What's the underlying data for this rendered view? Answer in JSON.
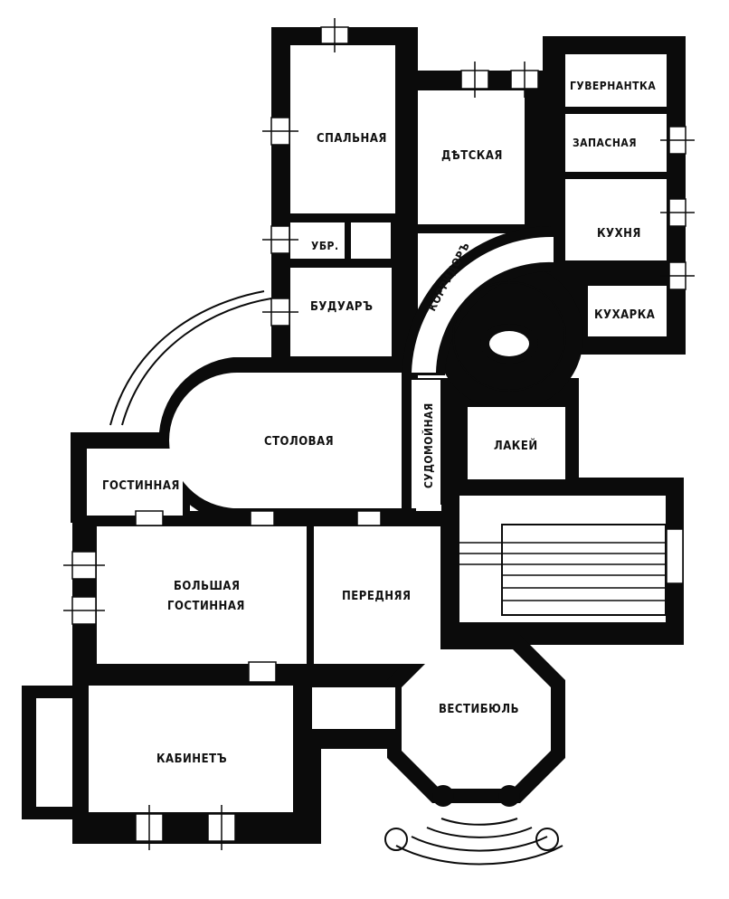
{
  "rooms": {
    "gouvernante": "ГУВЕРНАНТКА",
    "zapasnaya": "ЗАПАСНАЯ",
    "kukhnya": "КУХНЯ",
    "kukharka": "КУХАРКА",
    "spalnaya": "СПАЛЬНАЯ",
    "detskaya": "ДѢТСКАЯ",
    "uborn": "УБР.",
    "buduar": "БУДУАРЪ",
    "koridor": "КОРРИДОРЪ",
    "stolovaya": "СТОЛОВАЯ",
    "sudomoynaya": "СУДОМОЙНАЯ",
    "lakey": "ЛАКЕЙ",
    "gostinnaya": "ГОСТИННАЯ",
    "bolshaya_1": "БОЛЬШАЯ",
    "bolshaya_2": "ГОСТИННАЯ",
    "perednyaya": "ПЕРЕДНЯЯ",
    "vestibyul": "ВЕСТИБЮЛЬ",
    "kabinet": "КАБИНЕТЪ"
  }
}
